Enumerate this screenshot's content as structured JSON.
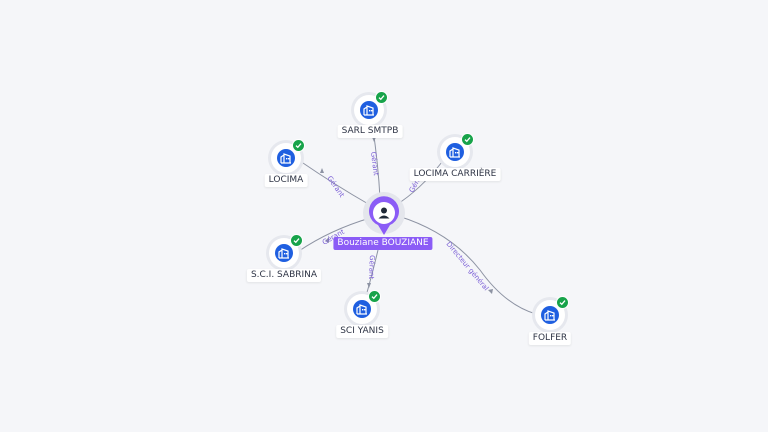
{
  "person": {
    "name": "Bouziane BOUZIANE",
    "icon": "user-icon",
    "color": "#8b5cf6"
  },
  "companies": [
    {
      "name": "SARL SMTPB",
      "icon": "building-icon",
      "status": "check-icon"
    },
    {
      "name": "LOCIMA",
      "icon": "building-icon",
      "status": "check-icon"
    },
    {
      "name": "LOCIMA CARRIÈRE",
      "icon": "building-icon",
      "status": "check-icon"
    },
    {
      "name": "S.C.I. SABRINA",
      "icon": "building-icon",
      "status": "check-icon"
    },
    {
      "name": "SCI YANIS",
      "icon": "building-icon",
      "status": "check-icon"
    },
    {
      "name": "FOLFER",
      "icon": "building-icon",
      "status": "check-icon"
    }
  ],
  "relations": [
    {
      "company": "SARL SMTPB",
      "label": "Gérant"
    },
    {
      "company": "LOCIMA",
      "label": "Gérant"
    },
    {
      "company": "LOCIMA CARRIÈRE",
      "label": "Gér..."
    },
    {
      "company": "S.C.I. SABRINA",
      "label": "Gérant"
    },
    {
      "company": "SCI YANIS",
      "label": "Gérant"
    },
    {
      "company": "FOLFER",
      "label": "Directeur général"
    }
  ],
  "colors": {
    "company_icon": "#1f5fe0",
    "verified_badge": "#17a34a",
    "relation_label": "#7b5fd6",
    "background": "#f5f6f9"
  }
}
